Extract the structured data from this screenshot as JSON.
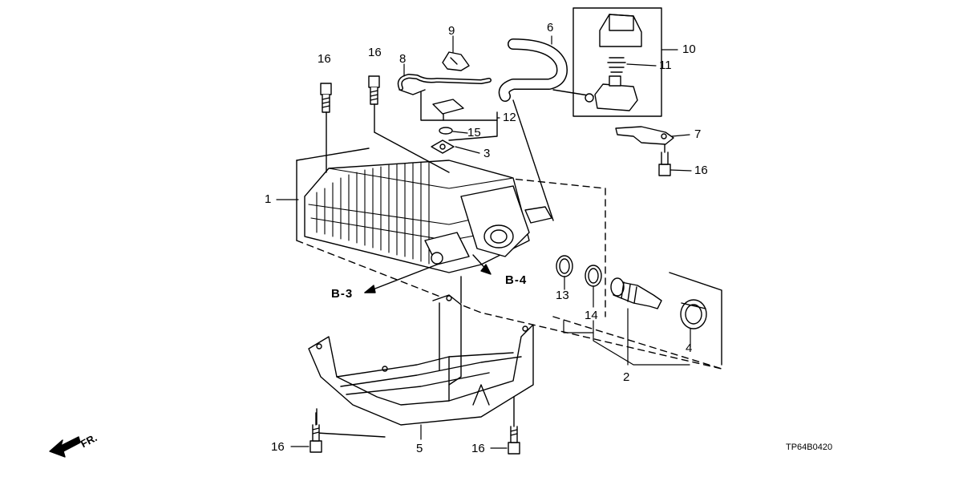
{
  "callouts": {
    "c1": "1",
    "c2": "2",
    "c3": "3",
    "c4": "4",
    "c5": "5",
    "c6": "6",
    "c7": "7",
    "c8": "8",
    "c9": "9",
    "c10": "10",
    "c11": "11",
    "c12": "12",
    "c13": "13",
    "c14": "14",
    "c15": "15",
    "c16": "16"
  },
  "references": {
    "b3": "B-3",
    "b4": "B-4"
  },
  "front_indicator": "FR.",
  "diagram_code": "TP64B0420"
}
